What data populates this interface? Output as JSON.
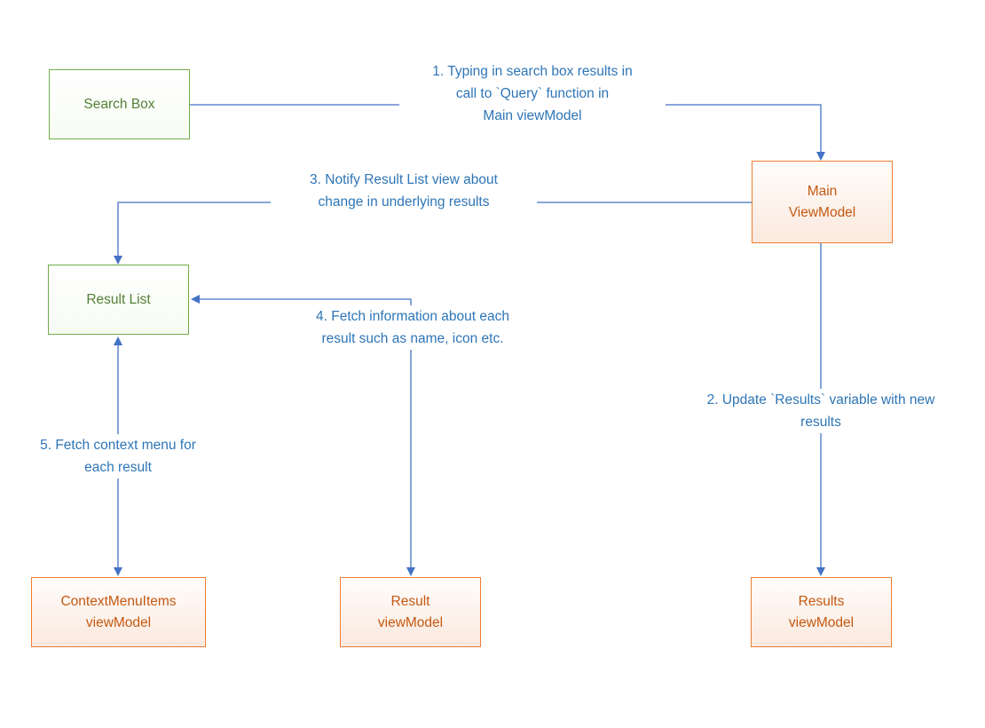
{
  "diagram": {
    "colors": {
      "arrow_blue": "#4472C4",
      "annotation_text_blue": "#2E75B6",
      "green_node_border": "#70AD47",
      "green_node_text": "#538135",
      "orange_node_border": "#ED7D31",
      "orange_node_text": "#C45911",
      "background": "#FFFFFF"
    },
    "nodes": {
      "search_box": {
        "label": "Search Box"
      },
      "main_viewmodel": {
        "label": "Main\nViewModel"
      },
      "result_list": {
        "label": "Result List"
      },
      "contextmenuitems_viewmodel": {
        "label": "ContextMenuItems\nviewModel"
      },
      "result_viewmodel": {
        "label": "Result\nviewModel"
      },
      "results_viewmodel": {
        "label": "Results\nviewModel"
      }
    },
    "annotations": {
      "step1": "1. Typing in search box results in\ncall to `Query` function in\nMain viewModel",
      "step2": "2. Update `Results` variable with new\nresults",
      "step3": "3. Notify Result List view about\nchange in underlying results",
      "step4": "4. Fetch information about each\nresult such as name, icon etc.",
      "step5": "5. Fetch context menu for\neach result"
    }
  }
}
